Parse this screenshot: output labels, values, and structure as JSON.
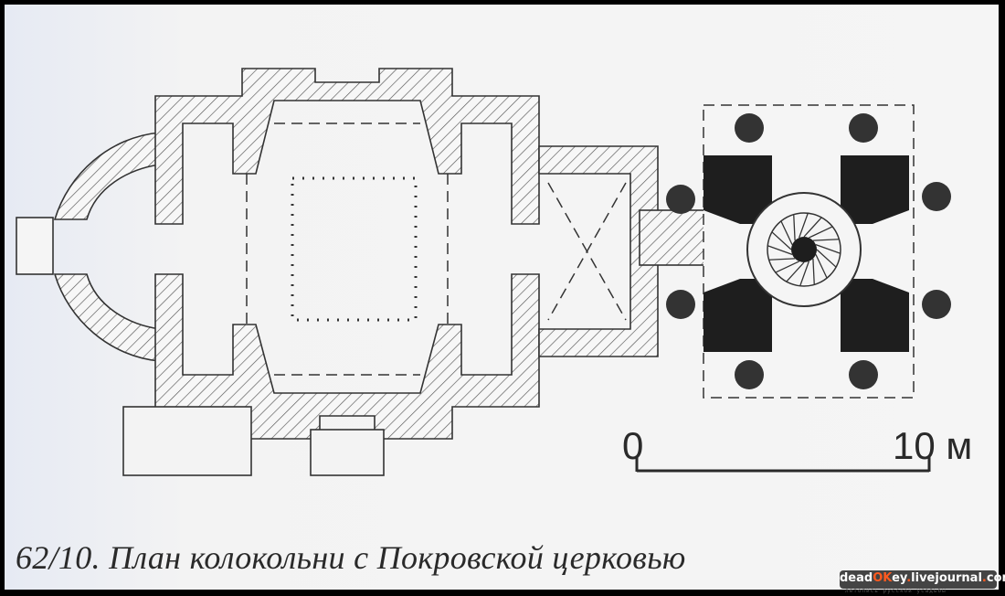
{
  "caption": "62/10. План колокольни с Покровской церковью",
  "scale_bar": {
    "start_label": "0",
    "end_label": "10 м"
  },
  "watermark": {
    "part1": "dead",
    "part2": "OK",
    "part3": "ey",
    "part4": ".",
    "part5": "livejournal",
    "part6": ".",
    "part7": "com",
    "tagline": "летопись русской усадьбы"
  },
  "colors": {
    "wall_hatch": "#555555",
    "solid_pier": "#1e1e1e",
    "paper": "#f4f4f4",
    "watermark_accent": "#ff5a1f"
  }
}
